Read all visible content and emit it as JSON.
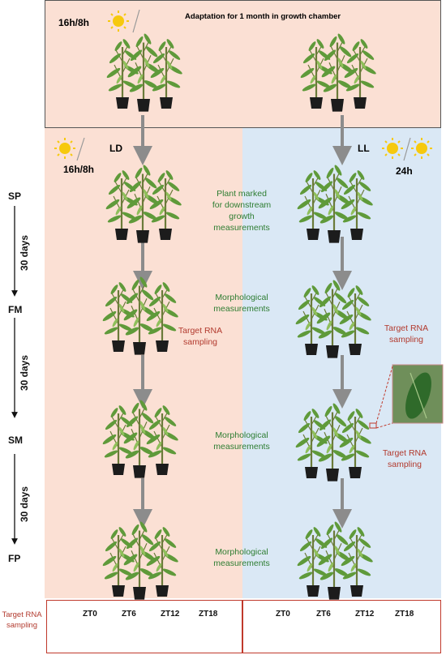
{
  "top": {
    "photoperiod": "16h/8h",
    "caption": "Adaptation for 1 month in growth chamber"
  },
  "ld": {
    "label": "LD",
    "photoperiod": "16h/8h"
  },
  "ll": {
    "label": "LL",
    "photoperiod": "24h"
  },
  "stages": [
    "SP",
    "FM",
    "SM",
    "FP"
  ],
  "interval": "30 days",
  "notes": {
    "marked": [
      "Plant marked",
      "for downstream",
      "growth",
      "measurements"
    ],
    "morph": [
      "Morphological",
      "measurements"
    ],
    "rna": [
      "Target RNA",
      "sampling"
    ]
  },
  "bottom_label": [
    "Target RNA",
    "sampling"
  ],
  "schedule": {
    "ticks": [
      "ZT0",
      "ZT6",
      "ZT12",
      "ZT18"
    ]
  },
  "colors": {
    "ld_bg": "#fbe0d4",
    "ll_bg": "#dae8f5",
    "arrow": "#8c8c8c",
    "green_text": "#2e7d32",
    "red_text": "#b23a2e",
    "sun": "#f6c90e"
  }
}
